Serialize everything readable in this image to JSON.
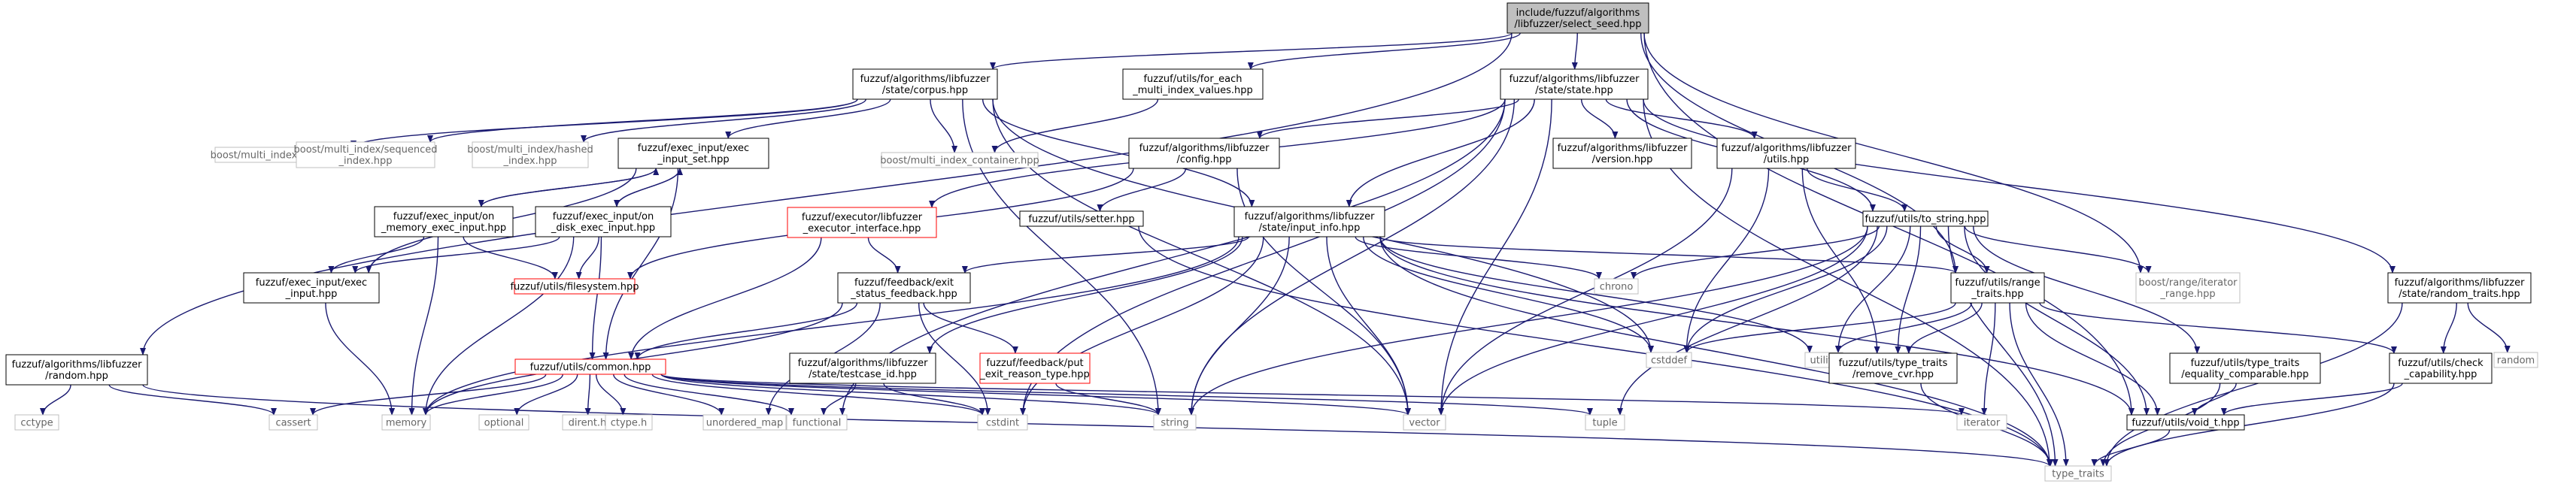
{
  "graph": {
    "nodes": [
      {
        "id": "root",
        "lines": [
          "include/fuzzuf/algorithms",
          "/libfuzzer/select_seed.hpp"
        ],
        "style": "root"
      },
      {
        "id": "corpus",
        "lines": [
          "fuzzuf/algorithms/libfuzzer",
          "/state/corpus.hpp"
        ],
        "style": "normal"
      },
      {
        "id": "foreach",
        "lines": [
          "fuzzuf/utils/for_each",
          "_multi_index_values.hpp"
        ],
        "style": "normal"
      },
      {
        "id": "state",
        "lines": [
          "fuzzuf/algorithms/libfuzzer",
          "/state/state.hpp"
        ],
        "style": "normal"
      },
      {
        "id": "mi_member",
        "lines": [
          "boost/multi_index/member.hpp"
        ],
        "style": "gray"
      },
      {
        "id": "mi_seq",
        "lines": [
          "boost/multi_index/sequenced",
          "_index.hpp"
        ],
        "style": "gray"
      },
      {
        "id": "mi_hashed",
        "lines": [
          "boost/multi_index/hashed",
          "_index.hpp"
        ],
        "style": "gray"
      },
      {
        "id": "input_set",
        "lines": [
          "fuzzuf/exec_input/exec",
          "_input_set.hpp"
        ],
        "style": "normal"
      },
      {
        "id": "mi_container",
        "lines": [
          "boost/multi_index_container.hpp"
        ],
        "style": "gray"
      },
      {
        "id": "config",
        "lines": [
          "fuzzuf/algorithms/libfuzzer",
          "/config.hpp"
        ],
        "style": "normal"
      },
      {
        "id": "version",
        "lines": [
          "fuzzuf/algorithms/libfuzzer",
          "/version.hpp"
        ],
        "style": "normal"
      },
      {
        "id": "lf_utils",
        "lines": [
          "fuzzuf/algorithms/libfuzzer",
          "/utils.hpp"
        ],
        "style": "normal"
      },
      {
        "id": "mem_input",
        "lines": [
          "fuzzuf/exec_input/on",
          "_memory_exec_input.hpp"
        ],
        "style": "normal"
      },
      {
        "id": "disk_input",
        "lines": [
          "fuzzuf/exec_input/on",
          "_disk_exec_input.hpp"
        ],
        "style": "normal"
      },
      {
        "id": "executor_iface",
        "lines": [
          "fuzzuf/executor/libfuzzer",
          "_executor_interface.hpp"
        ],
        "style": "red"
      },
      {
        "id": "setter",
        "lines": [
          "fuzzuf/utils/setter.hpp"
        ],
        "style": "normal"
      },
      {
        "id": "input_info",
        "lines": [
          "fuzzuf/algorithms/libfuzzer",
          "/state/input_info.hpp"
        ],
        "style": "normal"
      },
      {
        "id": "to_string",
        "lines": [
          "fuzzuf/utils/to_string.hpp"
        ],
        "style": "normal"
      },
      {
        "id": "filesystem",
        "lines": [
          "fuzzuf/utils/filesystem.hpp"
        ],
        "style": "red"
      },
      {
        "id": "exec_input",
        "lines": [
          "fuzzuf/exec_input/exec",
          "_input.hpp"
        ],
        "style": "normal"
      },
      {
        "id": "exit_feedback",
        "lines": [
          "fuzzuf/feedback/exit",
          "_status_feedback.hpp"
        ],
        "style": "normal"
      },
      {
        "id": "chrono",
        "lines": [
          "chrono"
        ],
        "style": "gray"
      },
      {
        "id": "range_traits",
        "lines": [
          "fuzzuf/utils/range",
          "_traits.hpp"
        ],
        "style": "normal"
      },
      {
        "id": "iter_range",
        "lines": [
          "boost/range/iterator",
          "_range.hpp"
        ],
        "style": "gray"
      },
      {
        "id": "random_traits",
        "lines": [
          "fuzzuf/algorithms/libfuzzer",
          "/state/random_traits.hpp"
        ],
        "style": "normal"
      },
      {
        "id": "lf_random",
        "lines": [
          "fuzzuf/algorithms/libfuzzer",
          "/random.hpp"
        ],
        "style": "normal"
      },
      {
        "id": "cstddef",
        "lines": [
          "cstddef"
        ],
        "style": "gray"
      },
      {
        "id": "utility",
        "lines": [
          "utility"
        ],
        "style": "gray"
      },
      {
        "id": "testcase_id",
        "lines": [
          "fuzzuf/algorithms/libfuzzer",
          "/state/testcase_id.hpp"
        ],
        "style": "normal"
      },
      {
        "id": "exit_reason",
        "lines": [
          "fuzzuf/feedback/put",
          "_exit_reason_type.hpp"
        ],
        "style": "red"
      },
      {
        "id": "common",
        "lines": [
          "fuzzuf/utils/common.hpp"
        ],
        "style": "red"
      },
      {
        "id": "remove_cvr",
        "lines": [
          "fuzzuf/utils/type_traits",
          "/remove_cvr.hpp"
        ],
        "style": "normal"
      },
      {
        "id": "eq_comparable",
        "lines": [
          "fuzzuf/utils/type_traits",
          "/equality_comparable.hpp"
        ],
        "style": "normal"
      },
      {
        "id": "check_cap",
        "lines": [
          "fuzzuf/utils/check",
          "_capability.hpp"
        ],
        "style": "normal"
      },
      {
        "id": "random",
        "lines": [
          "random"
        ],
        "style": "gray"
      },
      {
        "id": "cctype",
        "lines": [
          "cctype"
        ],
        "style": "gray"
      },
      {
        "id": "cassert",
        "lines": [
          "cassert"
        ],
        "style": "gray"
      },
      {
        "id": "memory",
        "lines": [
          "memory"
        ],
        "style": "gray"
      },
      {
        "id": "optional",
        "lines": [
          "optional"
        ],
        "style": "gray"
      },
      {
        "id": "dirent",
        "lines": [
          "dirent.h"
        ],
        "style": "gray"
      },
      {
        "id": "ctype_h",
        "lines": [
          "ctype.h"
        ],
        "style": "gray"
      },
      {
        "id": "unordered_map",
        "lines": [
          "unordered_map"
        ],
        "style": "gray"
      },
      {
        "id": "functional",
        "lines": [
          "functional"
        ],
        "style": "gray"
      },
      {
        "id": "cstdint",
        "lines": [
          "cstdint"
        ],
        "style": "gray"
      },
      {
        "id": "string",
        "lines": [
          "string"
        ],
        "style": "gray"
      },
      {
        "id": "vector",
        "lines": [
          "vector"
        ],
        "style": "gray"
      },
      {
        "id": "tuple",
        "lines": [
          "tuple"
        ],
        "style": "gray"
      },
      {
        "id": "iterator",
        "lines": [
          "iterator"
        ],
        "style": "gray"
      },
      {
        "id": "void_t",
        "lines": [
          "fuzzuf/utils/void_t.hpp"
        ],
        "style": "normal"
      },
      {
        "id": "type_traits",
        "lines": [
          "type_traits"
        ],
        "style": "gray"
      }
    ],
    "edges": [
      [
        "root",
        "corpus"
      ],
      [
        "root",
        "foreach"
      ],
      [
        "root",
        "state"
      ],
      [
        "root",
        "lf_random"
      ],
      [
        "root",
        "range_traits"
      ],
      [
        "root",
        "iter_range"
      ],
      [
        "root",
        "void_t"
      ],
      [
        "corpus",
        "mi_member"
      ],
      [
        "corpus",
        "mi_seq"
      ],
      [
        "corpus",
        "mi_hashed"
      ],
      [
        "corpus",
        "input_set"
      ],
      [
        "corpus",
        "mi_container"
      ],
      [
        "corpus",
        "input_info"
      ],
      [
        "corpus",
        "string"
      ],
      [
        "corpus",
        "vector"
      ],
      [
        "corpus",
        "cstddef"
      ],
      [
        "foreach",
        "mi_container"
      ],
      [
        "state",
        "config"
      ],
      [
        "state",
        "version"
      ],
      [
        "state",
        "lf_utils"
      ],
      [
        "state",
        "input_info"
      ],
      [
        "state",
        "to_string"
      ],
      [
        "state",
        "random_traits"
      ],
      [
        "state",
        "executor_iface"
      ],
      [
        "state",
        "functional"
      ],
      [
        "state",
        "cstdint"
      ],
      [
        "state",
        "string"
      ],
      [
        "state",
        "vector"
      ],
      [
        "state",
        "type_traits"
      ],
      [
        "input_set",
        "mem_input"
      ],
      [
        "input_set",
        "disk_input"
      ],
      [
        "input_set",
        "exec_input"
      ],
      [
        "input_set",
        "common"
      ],
      [
        "mem_input",
        "input_set"
      ],
      [
        "mem_input",
        "exec_input"
      ],
      [
        "mem_input",
        "filesystem"
      ],
      [
        "mem_input",
        "memory"
      ],
      [
        "disk_input",
        "input_set"
      ],
      [
        "disk_input",
        "exec_input"
      ],
      [
        "disk_input",
        "filesystem"
      ],
      [
        "disk_input",
        "common"
      ],
      [
        "disk_input",
        "memory"
      ],
      [
        "config",
        "setter"
      ],
      [
        "config",
        "filesystem"
      ],
      [
        "config",
        "vector"
      ],
      [
        "lf_utils",
        "to_string"
      ],
      [
        "lf_utils",
        "remove_cvr"
      ],
      [
        "lf_utils",
        "cstddef"
      ],
      [
        "lf_utils",
        "vector"
      ],
      [
        "executor_iface",
        "exit_feedback"
      ],
      [
        "executor_iface",
        "common"
      ],
      [
        "setter",
        "type_traits"
      ],
      [
        "input_info",
        "exit_feedback"
      ],
      [
        "input_info",
        "testcase_id"
      ],
      [
        "input_info",
        "chrono"
      ],
      [
        "input_info",
        "range_traits"
      ],
      [
        "input_info",
        "cstddef"
      ],
      [
        "input_info",
        "utility"
      ],
      [
        "input_info",
        "memory"
      ],
      [
        "input_info",
        "cstdint"
      ],
      [
        "input_info",
        "string"
      ],
      [
        "input_info",
        "vector"
      ],
      [
        "input_info",
        "type_traits"
      ],
      [
        "input_info",
        "void_t"
      ],
      [
        "to_string",
        "chrono"
      ],
      [
        "to_string",
        "range_traits"
      ],
      [
        "to_string",
        "iter_range"
      ],
      [
        "to_string",
        "cstddef"
      ],
      [
        "to_string",
        "utility"
      ],
      [
        "to_string",
        "remove_cvr"
      ],
      [
        "to_string",
        "eq_comparable"
      ],
      [
        "to_string",
        "string"
      ],
      [
        "to_string",
        "vector"
      ],
      [
        "to_string",
        "tuple"
      ],
      [
        "to_string",
        "void_t"
      ],
      [
        "to_string",
        "type_traits"
      ],
      [
        "exec_input",
        "memory"
      ],
      [
        "exit_feedback",
        "exit_reason"
      ],
      [
        "exit_feedback",
        "common"
      ],
      [
        "exit_feedback",
        "memory"
      ],
      [
        "exit_feedback",
        "cstdint"
      ],
      [
        "exit_feedback",
        "unordered_map"
      ],
      [
        "range_traits",
        "cstddef"
      ],
      [
        "range_traits",
        "utility"
      ],
      [
        "range_traits",
        "iterator"
      ],
      [
        "range_traits",
        "remove_cvr"
      ],
      [
        "range_traits",
        "check_cap"
      ],
      [
        "range_traits",
        "void_t"
      ],
      [
        "range_traits",
        "type_traits"
      ],
      [
        "random_traits",
        "random"
      ],
      [
        "random_traits",
        "check_cap"
      ],
      [
        "random_traits",
        "type_traits"
      ],
      [
        "lf_random",
        "cctype"
      ],
      [
        "lf_random",
        "cassert"
      ],
      [
        "lf_random",
        "type_traits"
      ],
      [
        "testcase_id",
        "functional"
      ],
      [
        "testcase_id",
        "cstdint"
      ],
      [
        "exit_reason",
        "string"
      ],
      [
        "common",
        "cassert"
      ],
      [
        "common",
        "memory"
      ],
      [
        "common",
        "optional"
      ],
      [
        "common",
        "dirent"
      ],
      [
        "common",
        "ctype_h"
      ],
      [
        "common",
        "unordered_map"
      ],
      [
        "common",
        "functional"
      ],
      [
        "common",
        "cstdint"
      ],
      [
        "common",
        "string"
      ],
      [
        "common",
        "vector"
      ],
      [
        "common",
        "tuple"
      ],
      [
        "common",
        "iterator"
      ],
      [
        "remove_cvr",
        "type_traits"
      ],
      [
        "eq_comparable",
        "void_t"
      ],
      [
        "eq_comparable",
        "type_traits"
      ],
      [
        "check_cap",
        "void_t"
      ],
      [
        "check_cap",
        "type_traits"
      ],
      [
        "void_t",
        "type_traits"
      ]
    ]
  },
  "colors": {
    "edge": "#191970",
    "border_normal": "#000000",
    "border_gray": "#bfbfbf",
    "border_red": "#ff0000",
    "root_fill": "#bfbfbf",
    "node_fill": "#ffffff",
    "gray_text": "#666666"
  }
}
